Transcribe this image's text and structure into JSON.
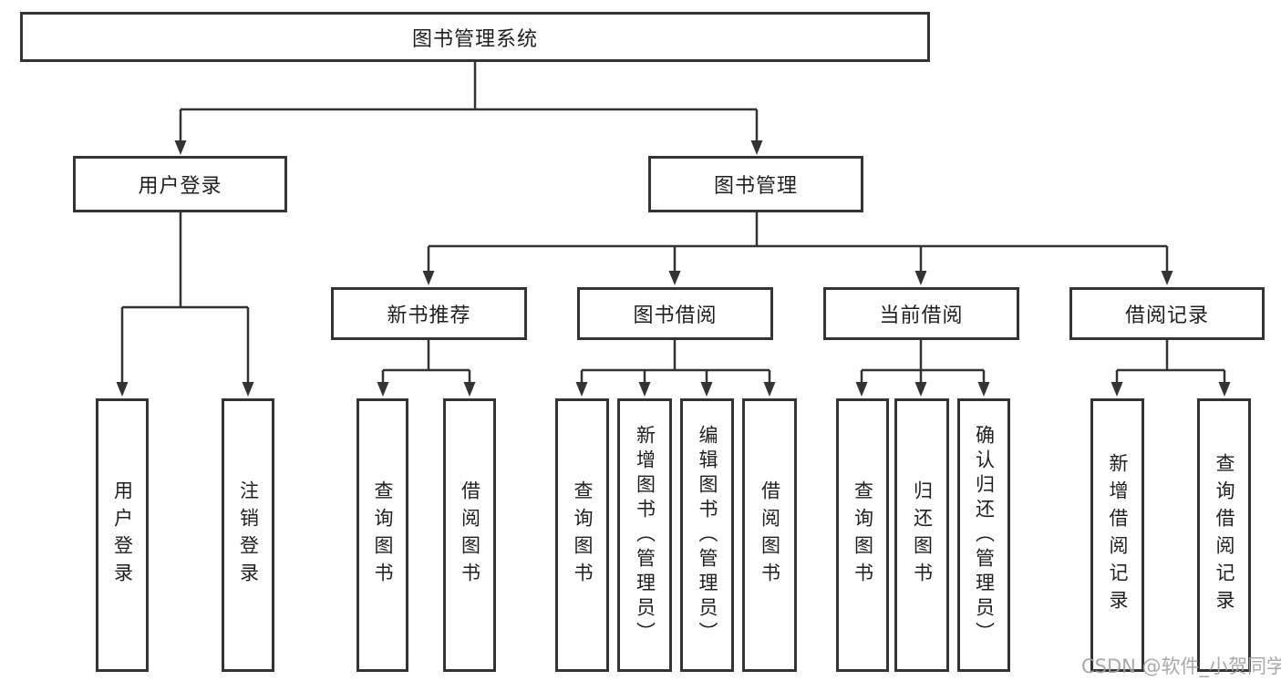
{
  "diagram": {
    "title": "图书管理系统",
    "root": {
      "label": "图书管理系统"
    },
    "level2": [
      {
        "label": "用户登录"
      },
      {
        "label": "图书管理"
      }
    ],
    "level3": [
      {
        "label": "新书推荐"
      },
      {
        "label": "图书借阅"
      },
      {
        "label": "当前借阅"
      },
      {
        "label": "借阅记录"
      }
    ],
    "leaves": {
      "user_login": [
        {
          "label": "用户登录"
        },
        {
          "label": "注销登录"
        }
      ],
      "new_book": [
        {
          "label": "查询图书"
        },
        {
          "label": "借阅图书"
        }
      ],
      "book_borrow": [
        {
          "label": "查询图书"
        },
        {
          "label": "新增图书（管理员）"
        },
        {
          "label": "编辑图书（管理员）"
        },
        {
          "label": "借阅图书"
        }
      ],
      "current_borrow": [
        {
          "label": "查询图书"
        },
        {
          "label": "归还图书"
        },
        {
          "label": "确认归还（管理员）"
        }
      ],
      "borrow_record": [
        {
          "label": "新增借阅记录"
        },
        {
          "label": "查询借阅记录"
        }
      ]
    },
    "watermark": "CSDN @软件_小贺同学",
    "colors": {
      "line": "#333333",
      "box_border": "#333333",
      "text": "#1f1f1f",
      "watermark": "#a0a0a0",
      "background": "#ffffff"
    }
  }
}
